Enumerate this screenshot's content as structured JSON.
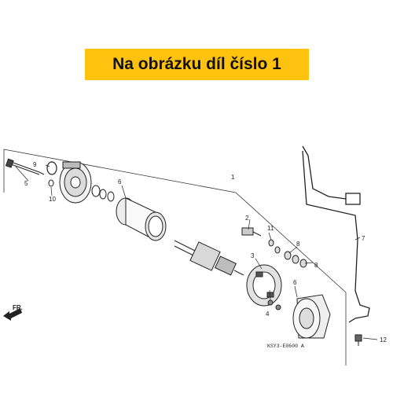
{
  "banner": {
    "text": "Na obrázku díl číslo 1",
    "background": "#ffc20e"
  },
  "diagram": {
    "callouts": [
      "1",
      "2",
      "3",
      "4",
      "5",
      "6",
      "6",
      "7",
      "8",
      "8",
      "9",
      "10",
      "11",
      "12"
    ],
    "direction_label": "FR.",
    "drawing_code": "KSY3-E0600 A"
  }
}
